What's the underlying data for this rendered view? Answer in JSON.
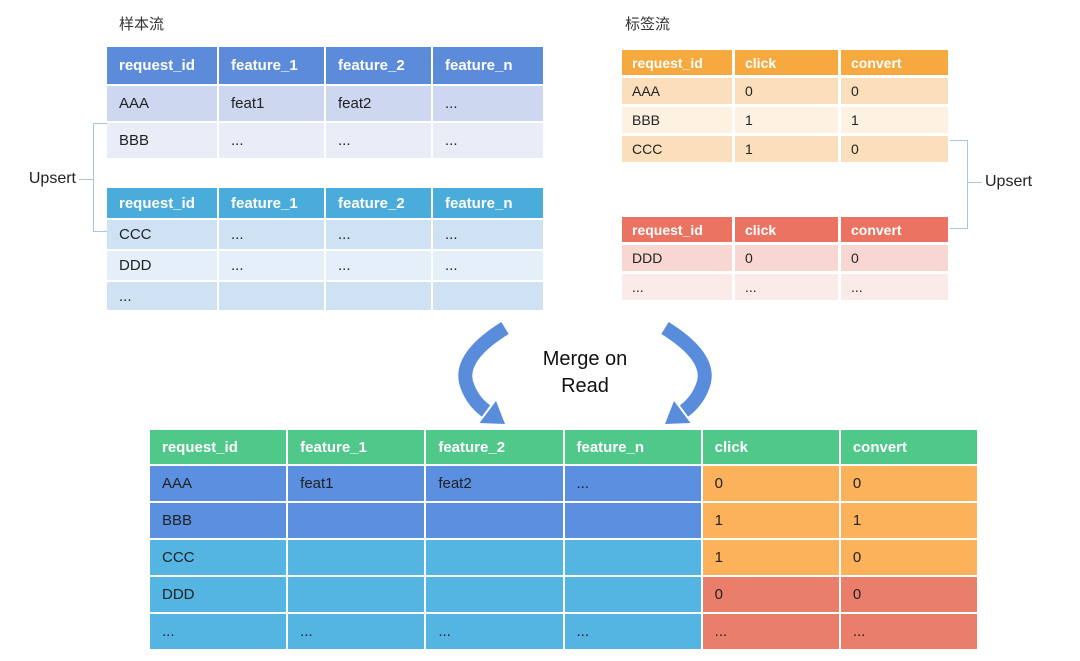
{
  "left": {
    "title": "样本流",
    "upsert_label": "Upsert",
    "table1": {
      "headers": [
        "request_id",
        "feature_1",
        "feature_2",
        "feature_n"
      ],
      "rows": [
        [
          "AAA",
          "feat1",
          "feat2",
          "..."
        ],
        [
          "BBB",
          "...",
          "...",
          "..."
        ]
      ]
    },
    "table2": {
      "headers": [
        "request_id",
        "feature_1",
        "feature_2",
        "feature_n"
      ],
      "rows": [
        [
          "CCC",
          "...",
          "...",
          "..."
        ],
        [
          "DDD",
          "...",
          "...",
          "..."
        ],
        [
          "...",
          "",
          "",
          ""
        ]
      ]
    }
  },
  "right": {
    "title": "标签流",
    "upsert_label": "Upsert",
    "table1": {
      "headers": [
        "request_id",
        "click",
        "convert"
      ],
      "rows": [
        [
          "AAA",
          "0",
          "0"
        ],
        [
          "BBB",
          "1",
          "1"
        ],
        [
          "CCC",
          "1",
          "0"
        ]
      ]
    },
    "table2": {
      "headers": [
        "request_id",
        "click",
        "convert"
      ],
      "rows": [
        [
          "DDD",
          "0",
          "0"
        ],
        [
          "...",
          "...",
          "..."
        ]
      ]
    }
  },
  "merge": {
    "label_line1": "Merge on",
    "label_line2": "Read"
  },
  "merged_table": {
    "headers": [
      "request_id",
      "feature_1",
      "feature_2",
      "feature_n",
      "click",
      "convert"
    ],
    "rows": [
      [
        "AAA",
        "feat1",
        "feat2",
        "...",
        "0",
        "0"
      ],
      [
        "BBB",
        "",
        "",
        "",
        "1",
        "1"
      ],
      [
        "CCC",
        "",
        "",
        "",
        "1",
        "0"
      ],
      [
        "DDD",
        "",
        "",
        "",
        "0",
        "0"
      ],
      [
        "...",
        "...",
        "...",
        "...",
        "...",
        "..."
      ]
    ]
  },
  "colors": {
    "blue-header": "#5B8BD9",
    "blue-row-a": "#CDD7F0",
    "blue-row-b": "#E9EDF8",
    "cyan-header": "#4AACDB",
    "cyan-row-a": "#CEE2F4",
    "cyan-row-b": "#E4EFFA",
    "orange-header": "#F5A93E",
    "orange-row-a": "#FBDFBD",
    "orange-row-b": "#FDF1E2",
    "red-header": "#EB7361",
    "red-row-a": "#F8D7D2",
    "red-row-b": "#FBEBE8",
    "green-header": "#50C88A",
    "merged-blue": "#5B8FE0",
    "merged-cyan": "#55B5E2",
    "merged-orange": "#FBB25A",
    "merged-salmon": "#E97F6A",
    "arrow": "#5A8CDC",
    "bracket": "#A9C4E6"
  }
}
